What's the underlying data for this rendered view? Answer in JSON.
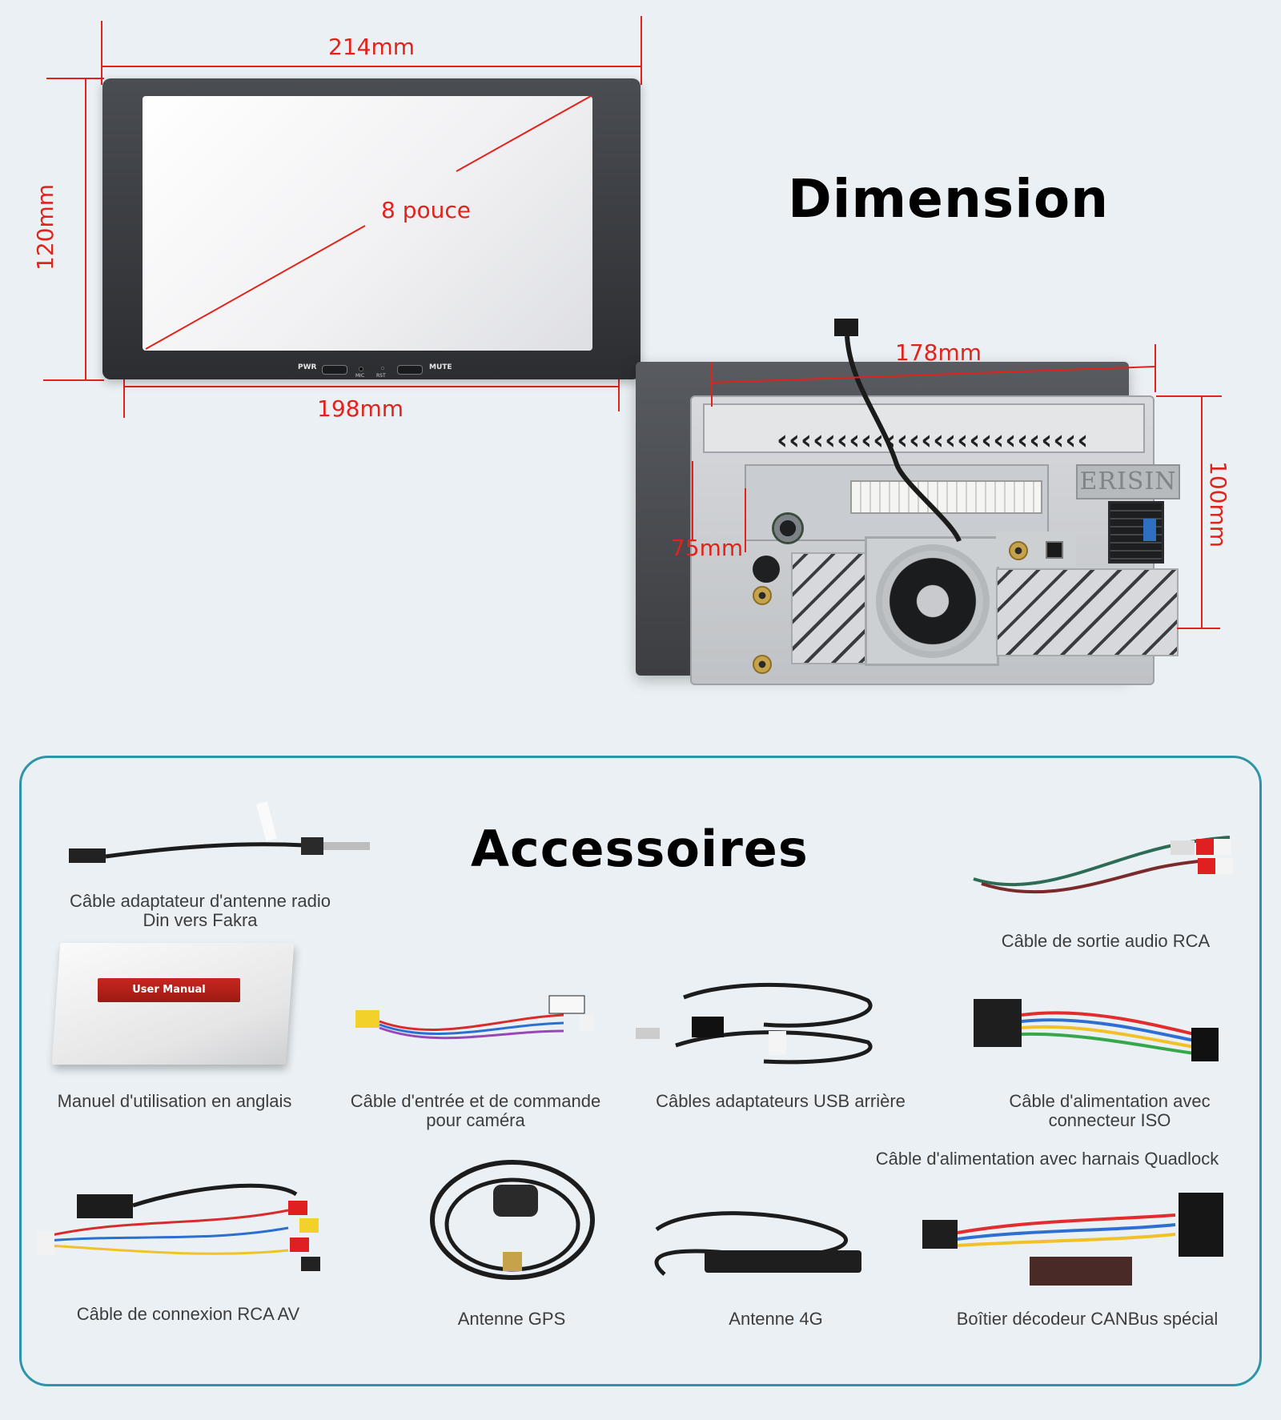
{
  "dimension": {
    "title": "Dimension",
    "front": {
      "width_label": "214mm",
      "height_label": "120mm",
      "diagonal_label": "8 pouce",
      "bottom_label": "198mm",
      "buttons": {
        "power": "PWR",
        "mute": "MUTE",
        "mic": "MIC",
        "reset": "RST"
      }
    },
    "back": {
      "width_label": "178mm",
      "height_label": "100mm",
      "depth_label": "75mm",
      "brand": "ERISIN"
    }
  },
  "accessories": {
    "title": "Accessoires",
    "manual_tag": "User Manual",
    "items": [
      {
        "label_line1": "Câble adaptateur d'antenne radio",
        "label_line2": "Din vers Fakra"
      },
      {
        "label_line1": "Câble de sortie audio RCA",
        "label_line2": ""
      },
      {
        "label_line1": "Manuel d'utilisation en anglais",
        "label_line2": ""
      },
      {
        "label_line1": "Câble d'entrée et de commande",
        "label_line2": "pour caméra"
      },
      {
        "label_line1": "Câbles adaptateurs USB arrière",
        "label_line2": ""
      },
      {
        "label_line1": "Câble d'alimentation avec",
        "label_line2": "connecteur ISO"
      },
      {
        "label_line1": "Câble d'alimentation avec harnais Quadlock",
        "label_line2": ""
      },
      {
        "label_line1": "Câble de connexion RCA AV",
        "label_line2": ""
      },
      {
        "label_line1": "Antenne GPS",
        "label_line2": ""
      },
      {
        "label_line1": "Antenne 4G",
        "label_line2": ""
      },
      {
        "label_line1": "Boîtier décodeur CANBus spécial",
        "label_line2": ""
      }
    ]
  },
  "colors": {
    "background": "#eaf0f4",
    "dimension_red": "#e0231b",
    "panel_border": "#2f95a6"
  }
}
